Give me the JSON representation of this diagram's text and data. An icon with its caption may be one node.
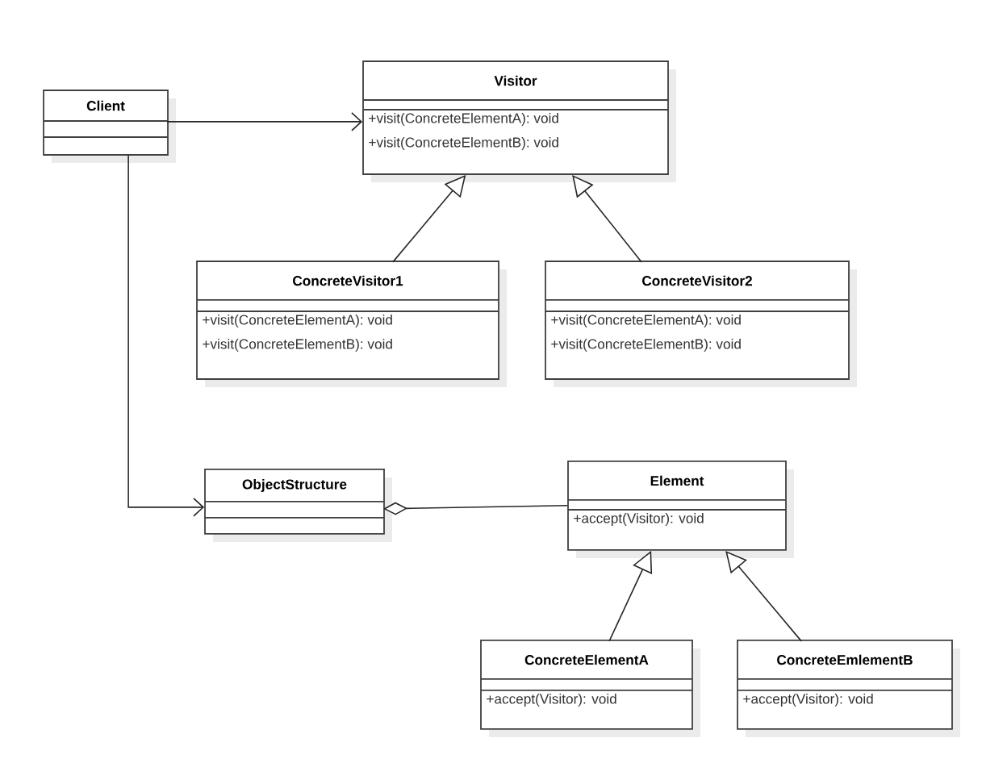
{
  "diagram": {
    "nodes": [
      {
        "text": [
          "Client"
        ]
      },
      {
        "text": [
          "Visitor",
          "+visit(ConcreteElementA): void",
          "+visit(ConcreteElementB): void"
        ]
      },
      {
        "text": [
          "ConcreteVisitor1",
          "+visit(ConcreteElementA): void",
          "+visit(ConcreteElementB): void"
        ]
      },
      {
        "text": [
          "ConcreteVisitor2",
          "+visit(ConcreteElementA): void",
          "+visit(ConcreteElementB): void"
        ]
      },
      {
        "text": [
          "ObjectStructure"
        ]
      },
      {
        "text": [
          "Element",
          "+accept(Visitor): void"
        ]
      },
      {
        "text": [
          "ConcreteElementA",
          "+accept(Visitor): void"
        ]
      },
      {
        "text": [
          "ConcreteEmlementB",
          "+accept(Visitor): void"
        ]
      }
    ],
    "edges": [
      {
        "from": 0,
        "to": 1,
        "arrow": "to"
      },
      {
        "from": 0,
        "to": 4,
        "arrow": "to"
      },
      {
        "from": 2,
        "to": 1,
        "arrow": "to"
      },
      {
        "from": 3,
        "to": 1,
        "arrow": "to"
      },
      {
        "from": 4,
        "to": 5,
        "arrow": "other"
      },
      {
        "from": 6,
        "to": 5,
        "arrow": "to"
      },
      {
        "from": 7,
        "to": 5,
        "arrow": "to"
      }
    ]
  }
}
